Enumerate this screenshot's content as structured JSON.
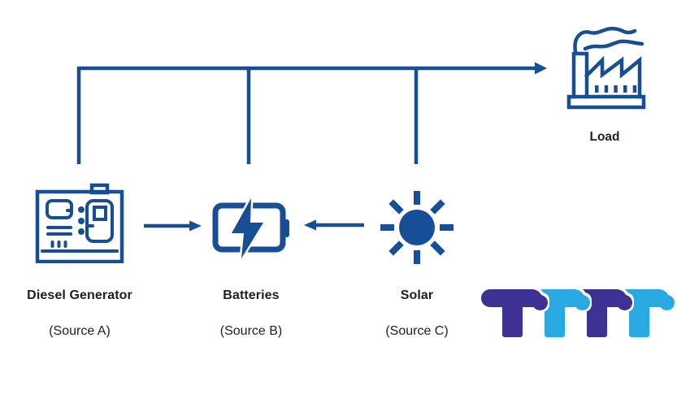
{
  "diagram": {
    "load": {
      "label": "Load",
      "icon": "factory-icon"
    },
    "sources": [
      {
        "name": "Diesel Generator",
        "sub": "(Source A)",
        "icon": "diesel-generator-icon"
      },
      {
        "name": "Batteries",
        "sub": "(Source B)",
        "icon": "battery-charging-icon"
      },
      {
        "name": "Solar",
        "sub": "(Source C)",
        "icon": "sun-icon"
      }
    ],
    "connections": [
      "diesel-generator to bus",
      "batteries to bus",
      "solar to bus",
      "bus to load",
      "diesel-generator to batteries",
      "solar to batteries"
    ]
  },
  "logo": {
    "letters": [
      "T",
      "T",
      "T",
      "T"
    ]
  },
  "colors": {
    "diagram_blue": "#164f96",
    "logo_indigo": "#3d3194",
    "logo_cyan": "#29a9e1",
    "text_color": "#1f1f1f"
  }
}
